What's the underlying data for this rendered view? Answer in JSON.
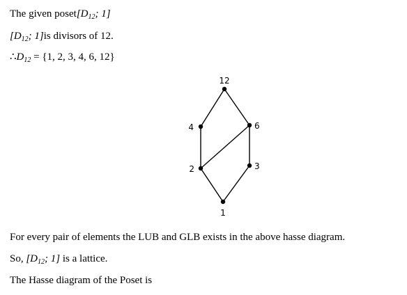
{
  "text": {
    "line1_prefix": "The given poset",
    "line1_math": "[D",
    "line1_sub": "12",
    "line1_math_tail": "; 1]",
    "line2_math": "[D",
    "line2_sub": "12",
    "line2_math_tail": "; 1]",
    "line2_suffix": "is divisors of 12.",
    "line3_therefore": "∴",
    "line3_math": "D",
    "line3_sub": "12",
    "line3_rest": " = {1, 2, 3, 4, 6, 12}",
    "line4": "For every pair of elements the LUB and GLB exists in the above hasse diagram.",
    "line5_prefix": "So, ",
    "line5_math": "[D",
    "line5_sub": "12",
    "line5_math_tail": "; 1]",
    "line5_suffix": " is a lattice.",
    "line6": "The Hasse diagram of the Poset is"
  },
  "diagram": {
    "nodes": [
      {
        "id": "n12",
        "label": "12"
      },
      {
        "id": "n4",
        "label": "4"
      },
      {
        "id": "n6",
        "label": "6"
      },
      {
        "id": "n2",
        "label": "2"
      },
      {
        "id": "n3",
        "label": "3"
      },
      {
        "id": "n1",
        "label": "1"
      }
    ],
    "edges": [
      [
        "n12",
        "n4"
      ],
      [
        "n12",
        "n6"
      ],
      [
        "n4",
        "n2"
      ],
      [
        "n6",
        "n2"
      ],
      [
        "n6",
        "n3"
      ],
      [
        "n2",
        "n1"
      ],
      [
        "n3",
        "n1"
      ]
    ]
  }
}
